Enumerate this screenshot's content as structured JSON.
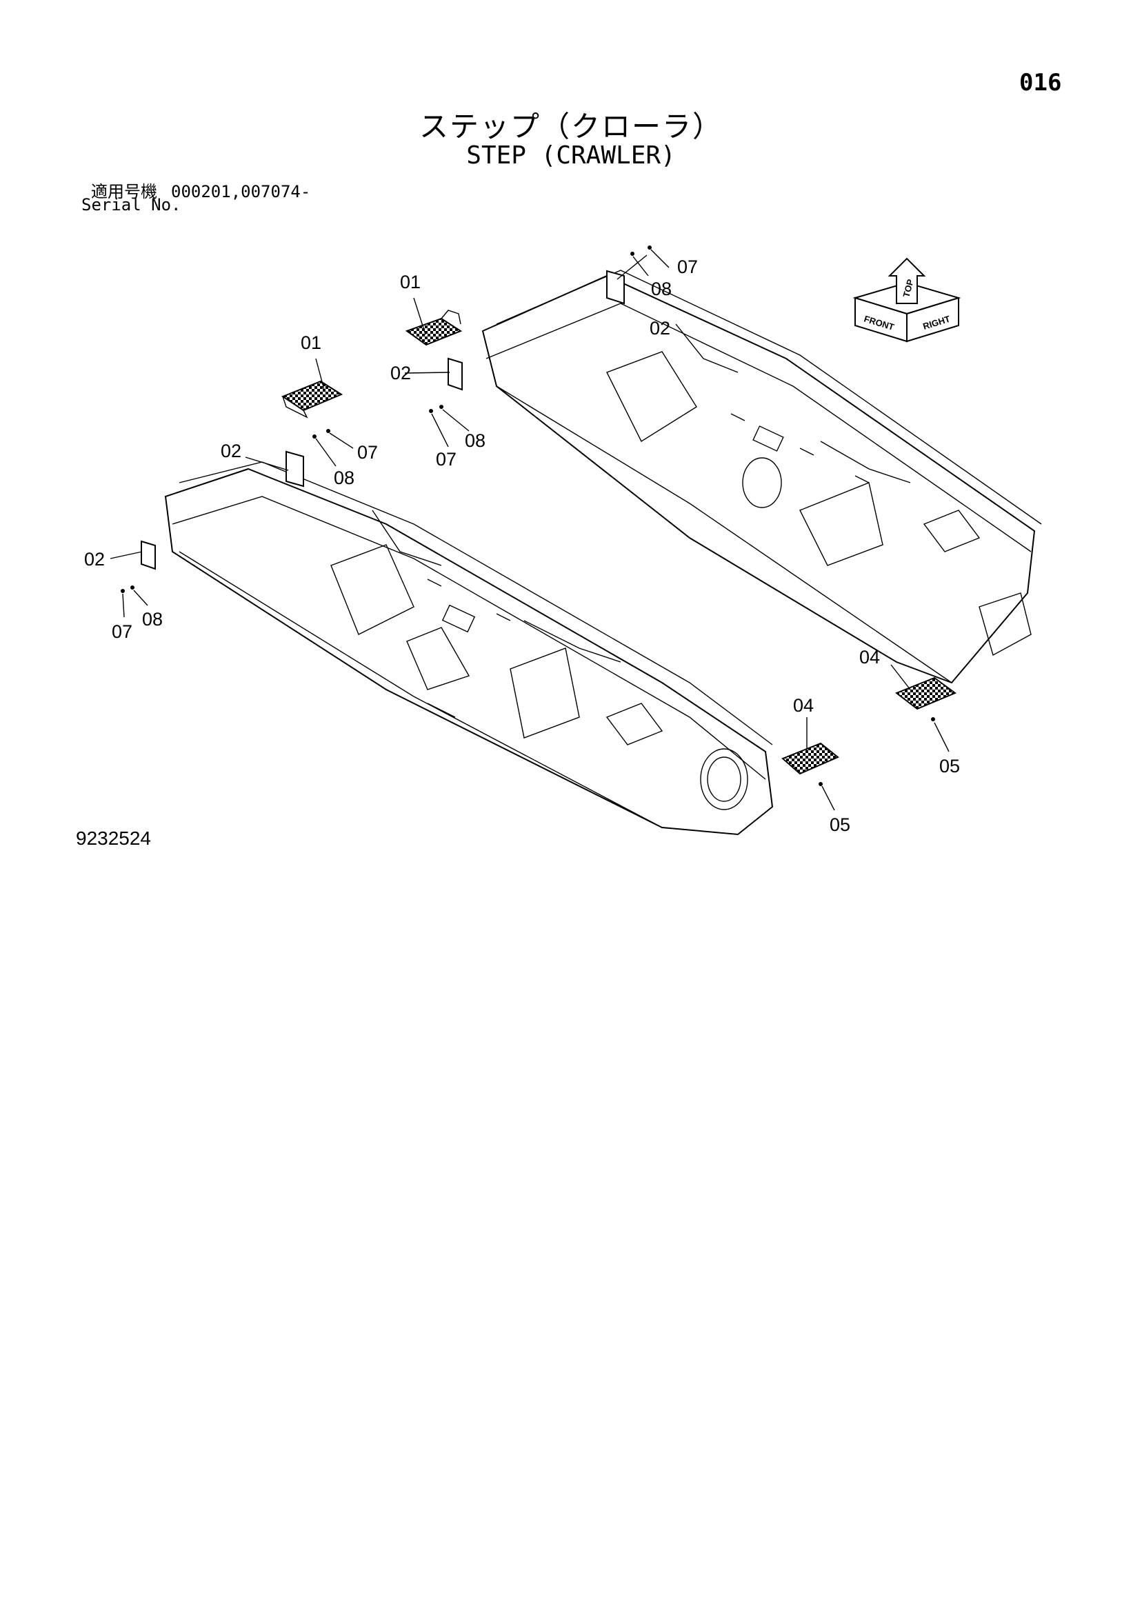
{
  "page": {
    "number": "016",
    "title_ja": "ステップ（クローラ）",
    "title_en": "STEP (CRAWLER)",
    "serial_label_ja": "適用号機",
    "serial_label_en": "Serial No.",
    "serial_values": "000201,007074-",
    "drawing_number": "9232524"
  },
  "callouts": [
    {
      "id": "01",
      "label": "01"
    },
    {
      "id": "01",
      "label": "01"
    },
    {
      "id": "02",
      "label": "02"
    },
    {
      "id": "02",
      "label": "02"
    },
    {
      "id": "02",
      "label": "02"
    },
    {
      "id": "02",
      "label": "02"
    },
    {
      "id": "04",
      "label": "04"
    },
    {
      "id": "04",
      "label": "04"
    },
    {
      "id": "05",
      "label": "05"
    },
    {
      "id": "05",
      "label": "05"
    },
    {
      "id": "07",
      "label": "07"
    },
    {
      "id": "07",
      "label": "07"
    },
    {
      "id": "07",
      "label": "07"
    },
    {
      "id": "07",
      "label": "07"
    },
    {
      "id": "08",
      "label": "08"
    },
    {
      "id": "08",
      "label": "08"
    },
    {
      "id": "08",
      "label": "08"
    },
    {
      "id": "08",
      "label": "08"
    }
  ],
  "orientation": {
    "top": "TOP",
    "front": "FRONT",
    "right": "RIGHT"
  }
}
